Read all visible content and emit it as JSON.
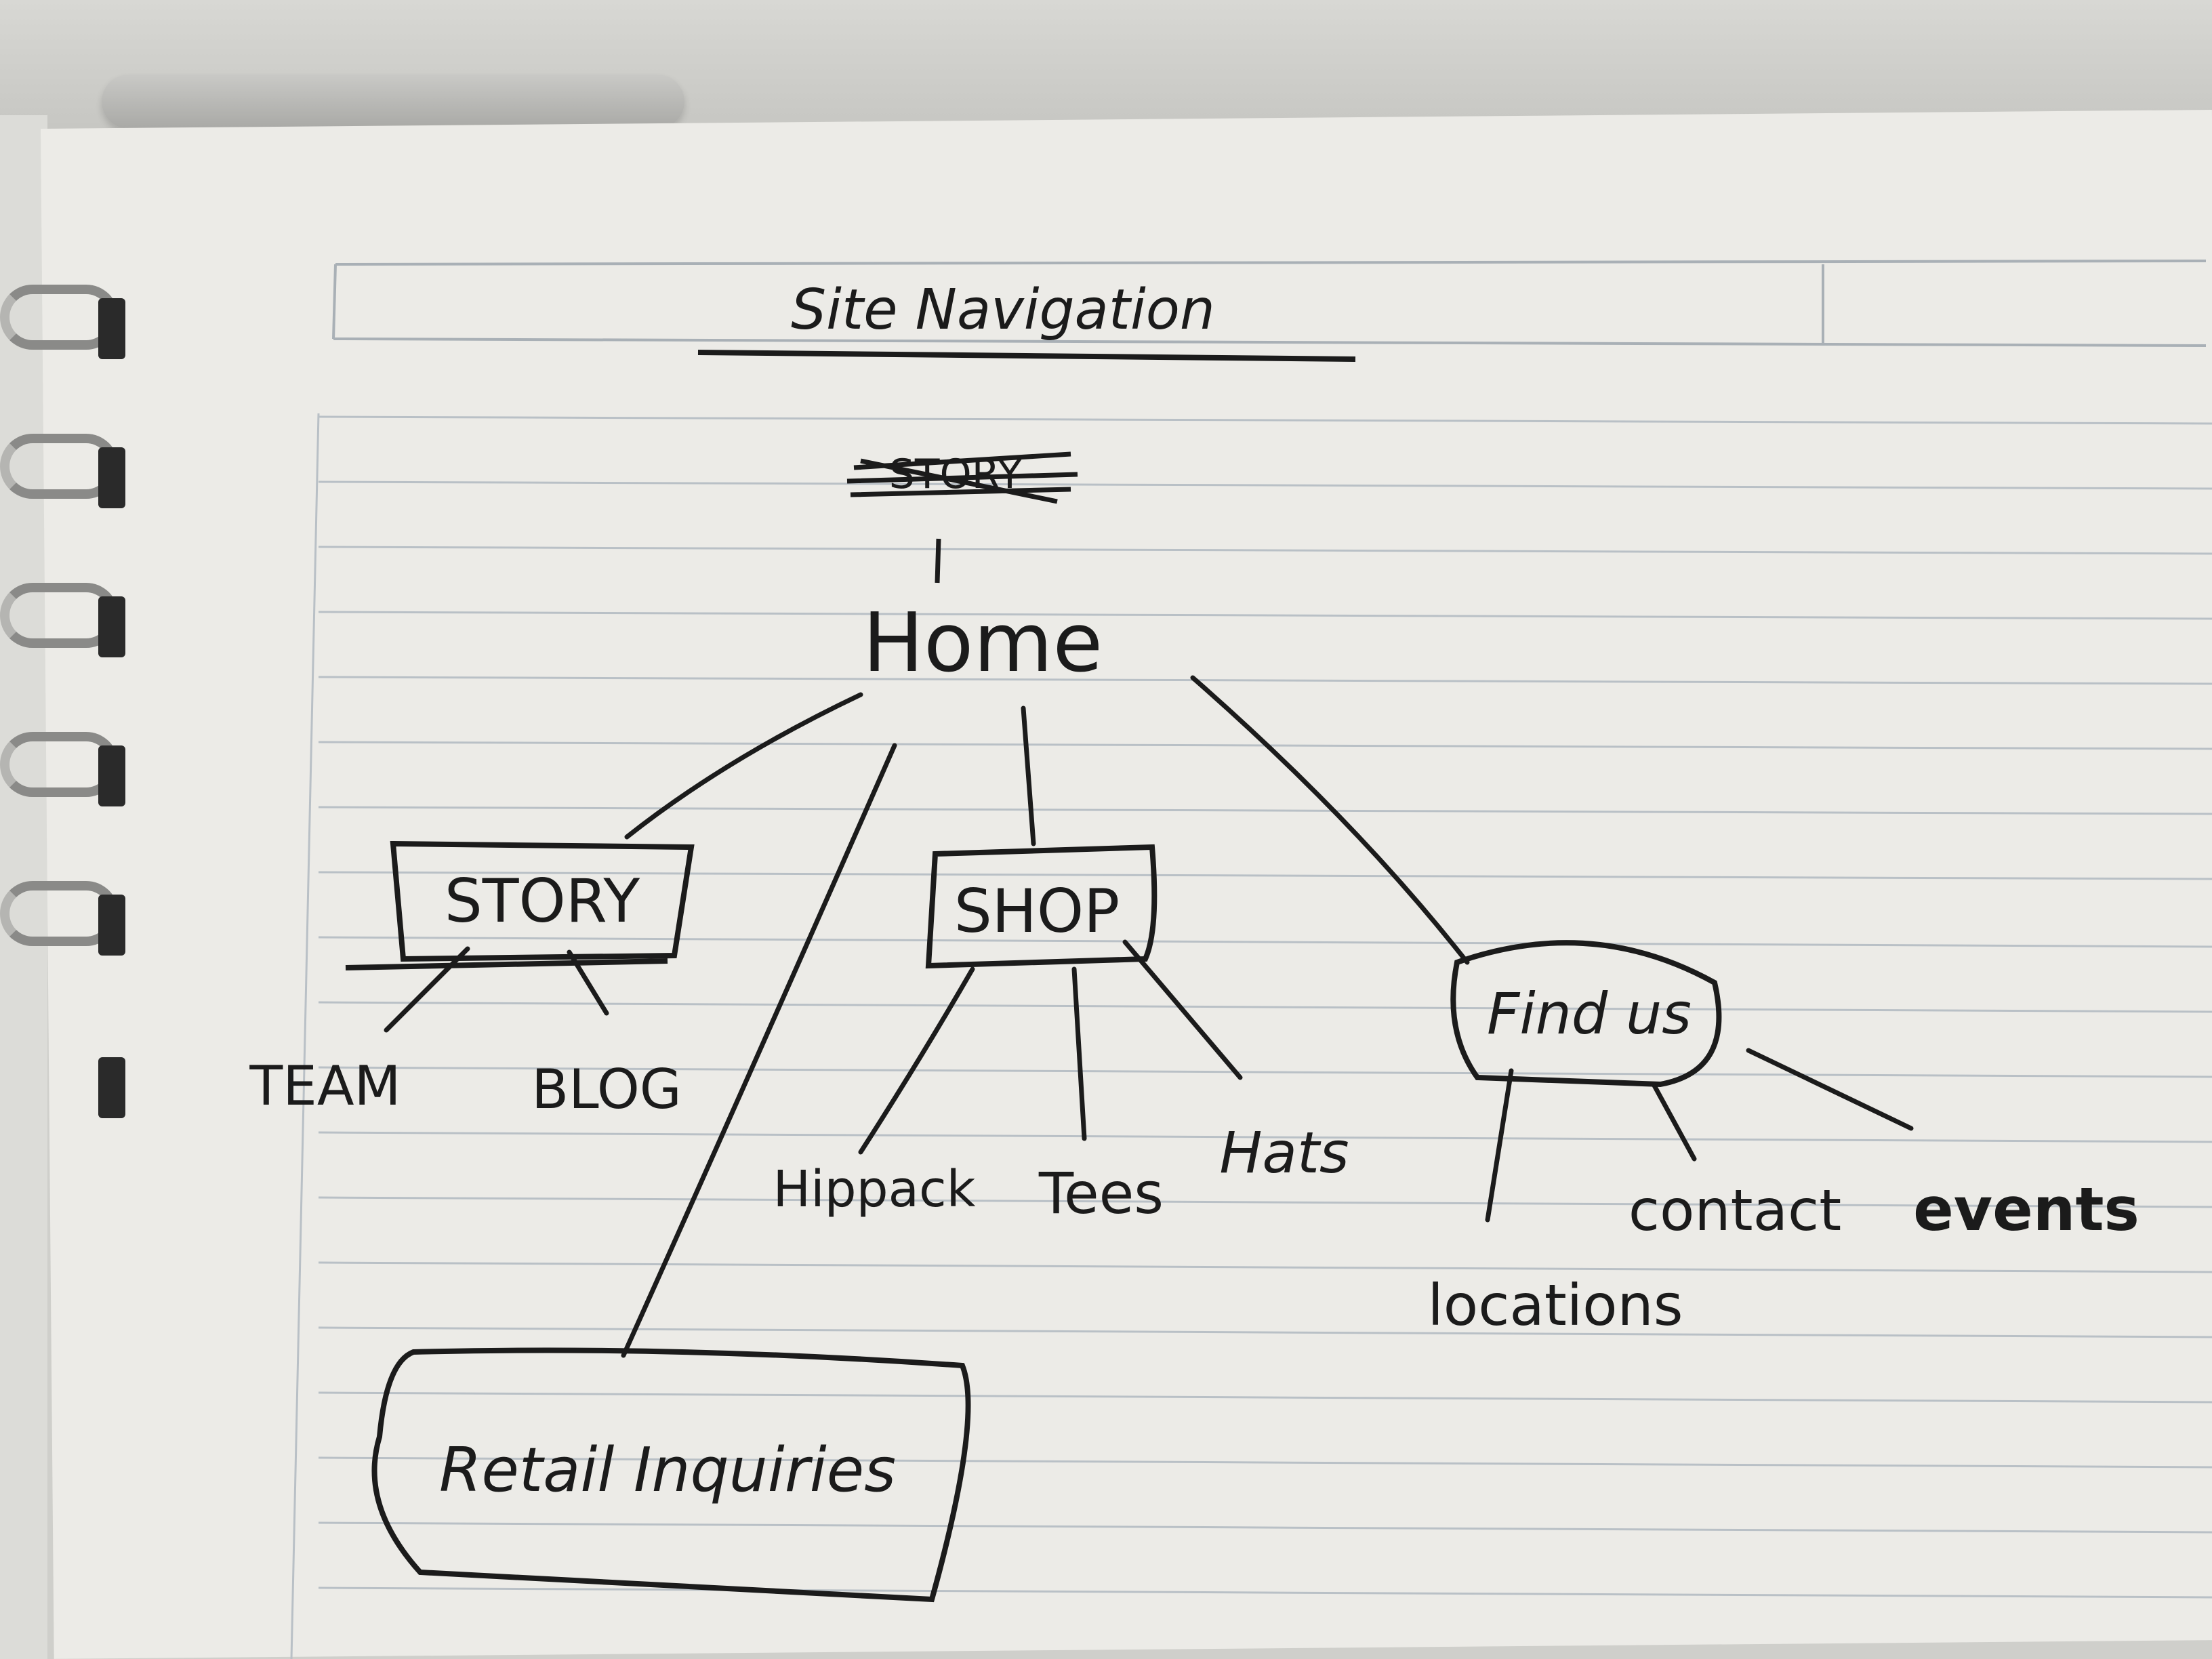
{
  "title": {
    "text": "Site Navigation"
  },
  "scratched_word": "STORY",
  "root": {
    "label": "Home"
  },
  "sections": [
    {
      "label": "STORY",
      "children": [
        "TEAM",
        "BLOG"
      ]
    },
    {
      "label": "SHOP",
      "children": [
        "Hippack",
        "Tees",
        "Hats"
      ]
    },
    {
      "label": "Find us",
      "children": [
        "locations",
        "contact",
        "events"
      ]
    },
    {
      "label": "Retail Inquiries",
      "children": []
    }
  ],
  "colors": {
    "ink": "#1b1b1b",
    "paper": "#ecebe7",
    "rule_line": "#b9c0c6"
  }
}
